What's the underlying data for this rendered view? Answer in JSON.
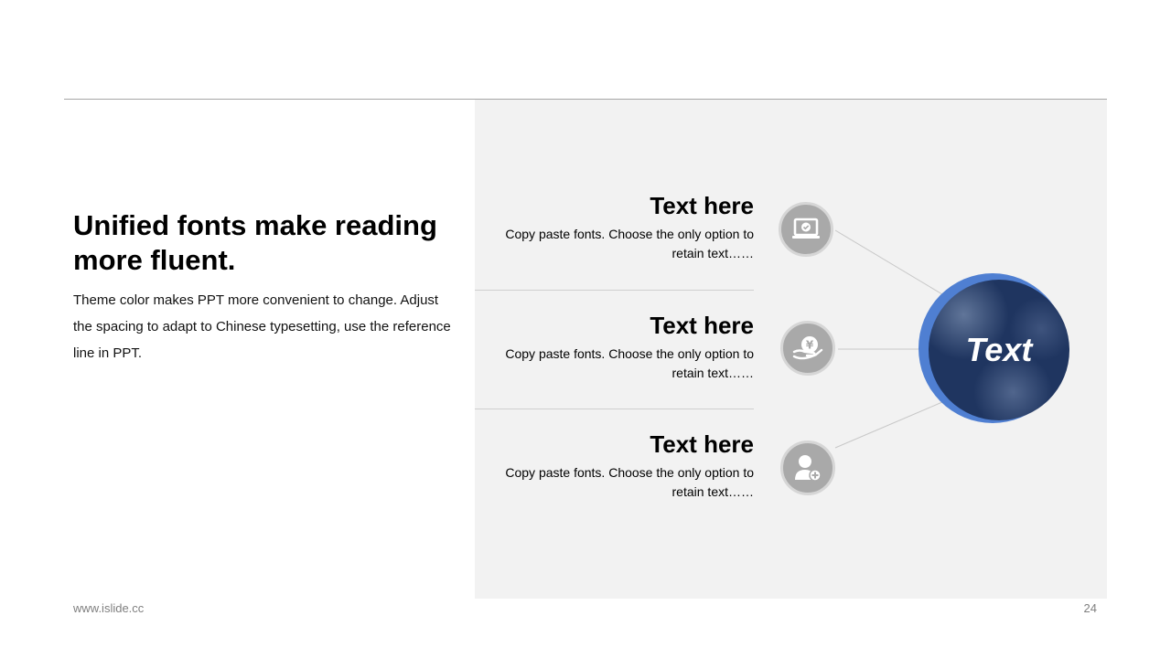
{
  "slide": {
    "headline": "Unified fonts make reading more fluent.",
    "body": "Theme color makes PPT more convenient to change. Adjust the spacing to adapt to Chinese typesetting, use the reference line in PPT."
  },
  "items": [
    {
      "title": "Text here",
      "desc": "Copy paste fonts. Choose the only option to retain text……",
      "icon": "laptop-check-icon"
    },
    {
      "title": "Text here",
      "desc": "Copy paste fonts. Choose the only option to retain text……",
      "icon": "hand-yen-icon"
    },
    {
      "title": "Text here",
      "desc": "Copy paste fonts. Choose the only option to retain text……",
      "icon": "user-add-icon"
    }
  ],
  "hub": {
    "label": "Text"
  },
  "footer": {
    "site": "www.islide.cc",
    "page": "24"
  },
  "colors": {
    "panel": "#f2f2f2",
    "icon": "#a9a9a9",
    "hub": "#1f3560",
    "hub_accent": "#4f7fd2"
  }
}
